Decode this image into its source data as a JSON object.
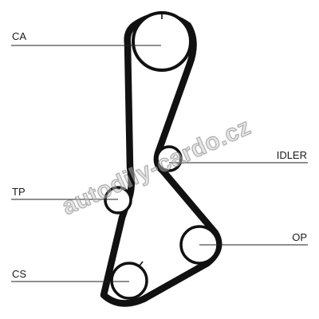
{
  "diagram": {
    "watermark": "autodily-cardo.cz",
    "labels": {
      "ca": "CA",
      "idler": "IDLER",
      "tp": "TP",
      "op": "OP",
      "cs": "CS"
    }
  }
}
